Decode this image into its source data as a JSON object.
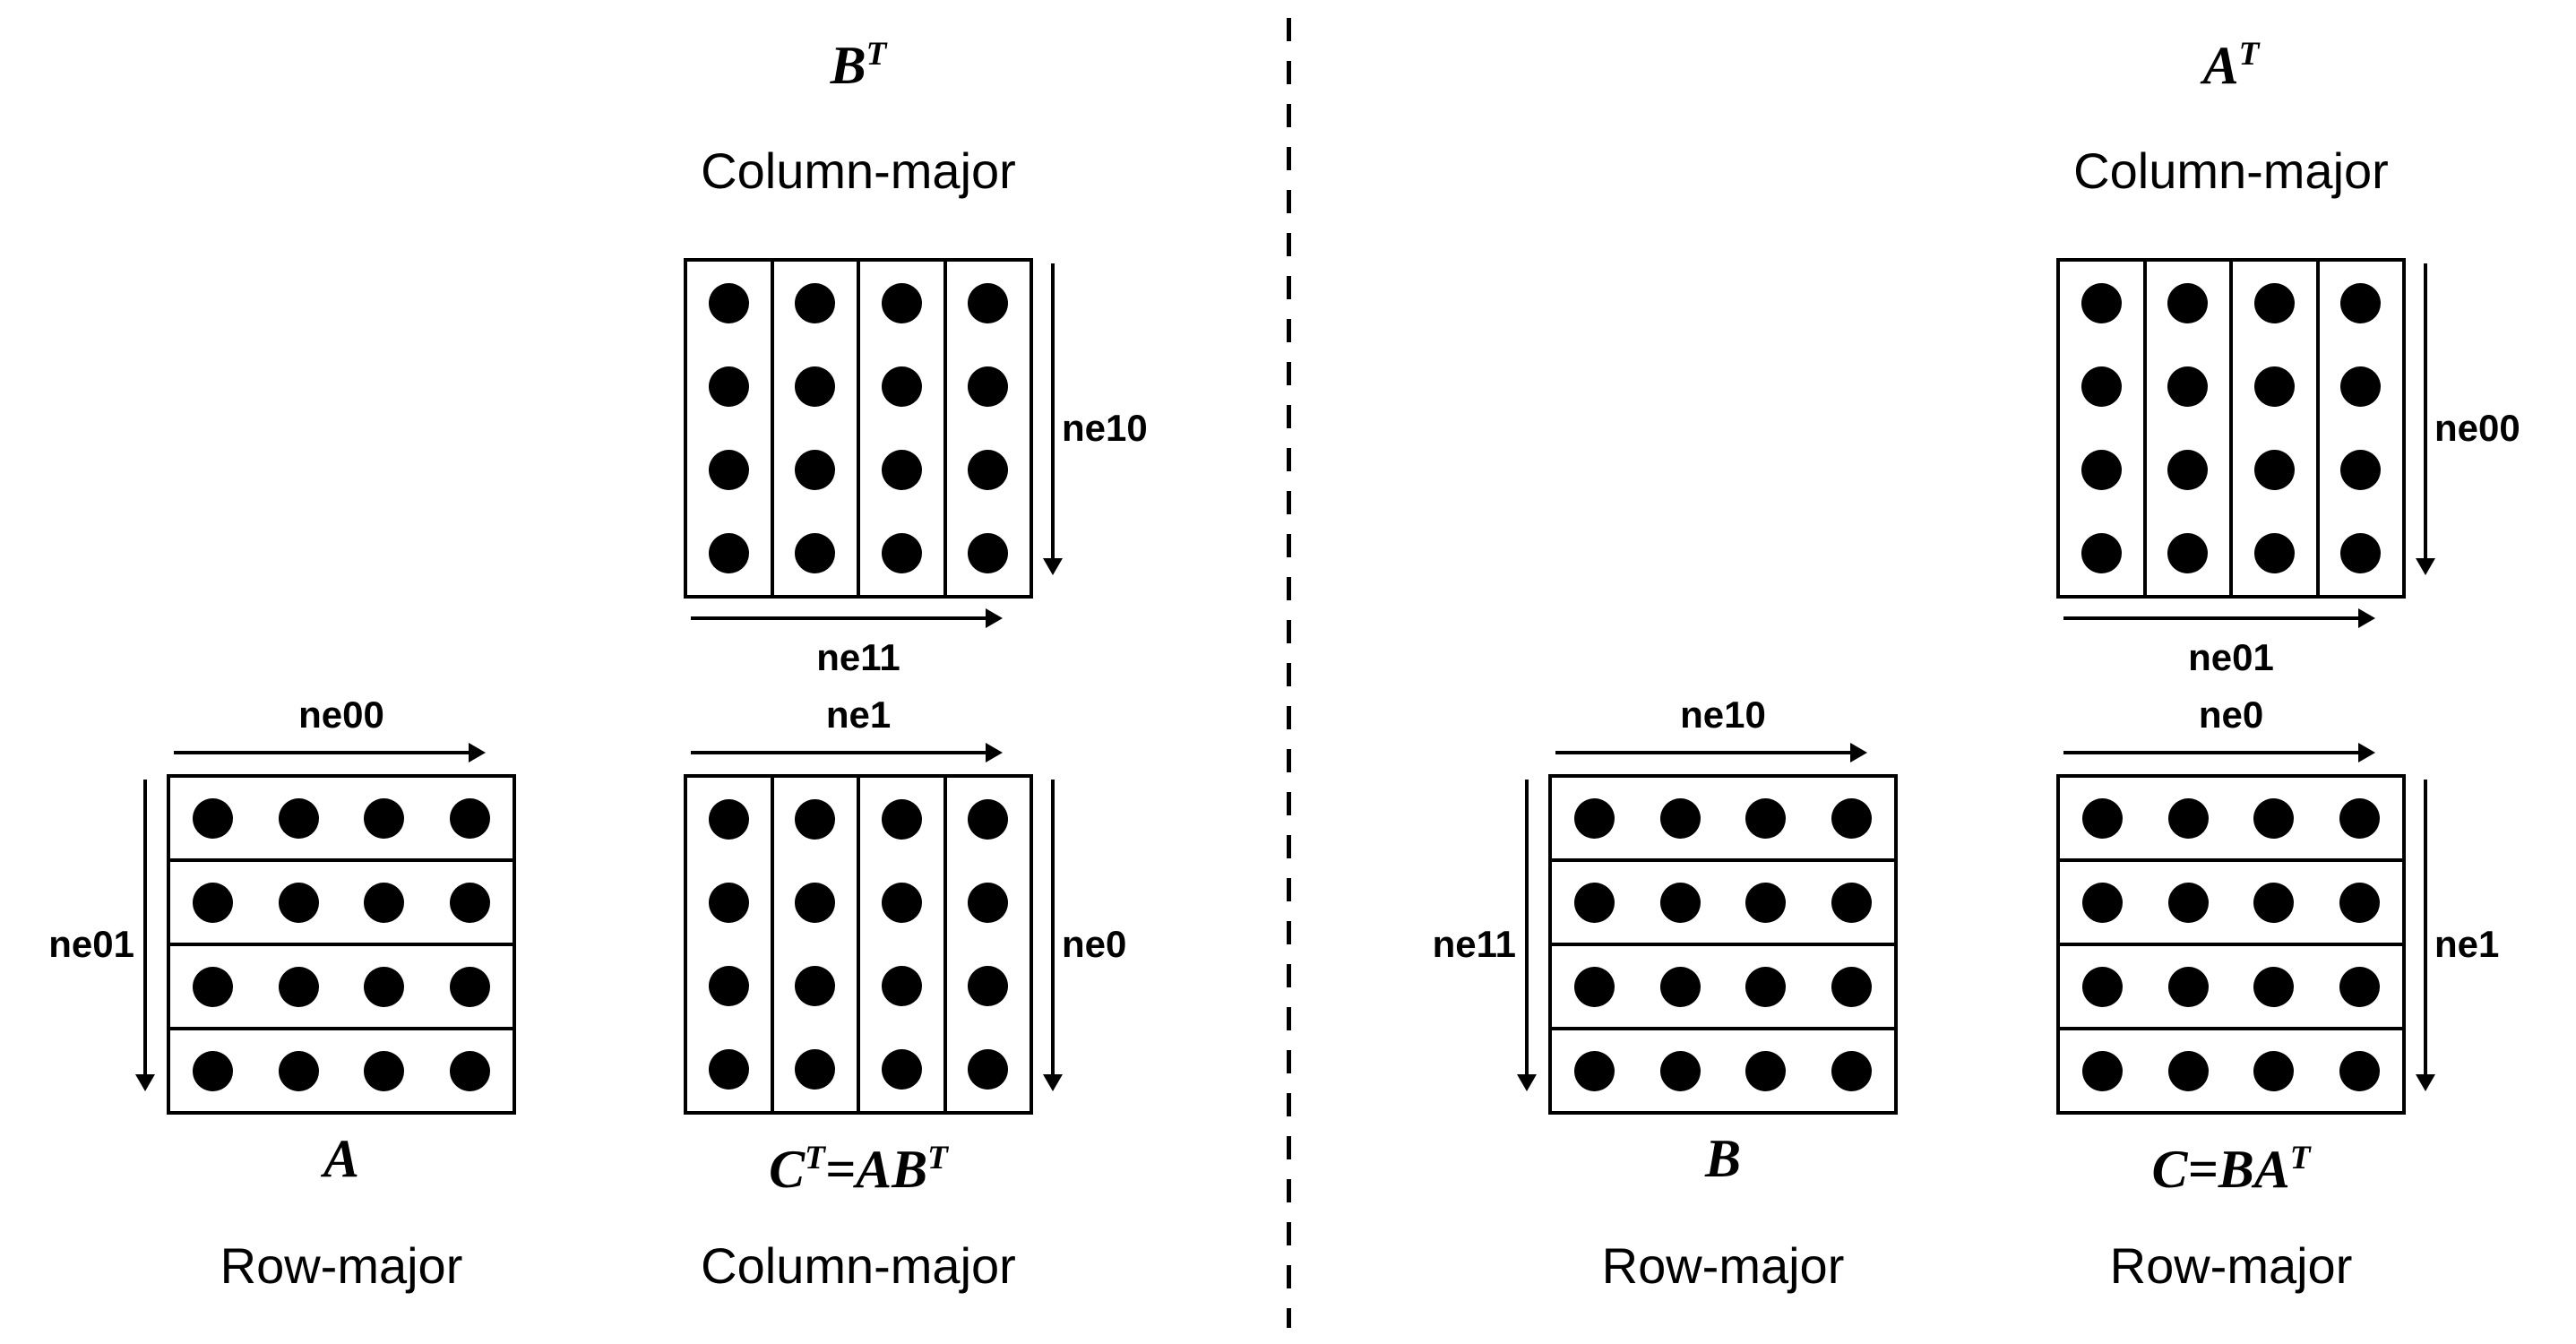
{
  "page": {
    "background": "#ffffff",
    "ink": "#000000"
  },
  "figure": {
    "grid": {
      "rows": 4,
      "cols": 4
    },
    "divider": {
      "type": "dashed-vertical-line"
    },
    "groups": [
      {
        "id": "b-transpose",
        "math": "B^T",
        "layout": "Column-major",
        "orientation": "column-major",
        "arrow_right": "ne10",
        "arrow_bottom": "ne11"
      },
      {
        "id": "a",
        "math": "A",
        "layout": "Row-major",
        "orientation": "row-major",
        "arrow_top": "ne00",
        "arrow_left": "ne01"
      },
      {
        "id": "c-transpose",
        "math": "C^T=AB^T",
        "layout": "Column-major",
        "orientation": "column-major",
        "arrow_top": "ne1",
        "arrow_right": "ne0"
      },
      {
        "id": "a-transpose",
        "math": "A^T",
        "layout": "Column-major",
        "orientation": "column-major",
        "arrow_right": "ne00",
        "arrow_bottom": "ne01"
      },
      {
        "id": "b",
        "math": "B",
        "layout": "Row-major",
        "orientation": "row-major",
        "arrow_top": "ne10",
        "arrow_left": "ne11"
      },
      {
        "id": "c",
        "math": "C=BA^T",
        "layout": "Row-major",
        "orientation": "row-major",
        "arrow_top": "ne0",
        "arrow_right": "ne1"
      }
    ]
  }
}
